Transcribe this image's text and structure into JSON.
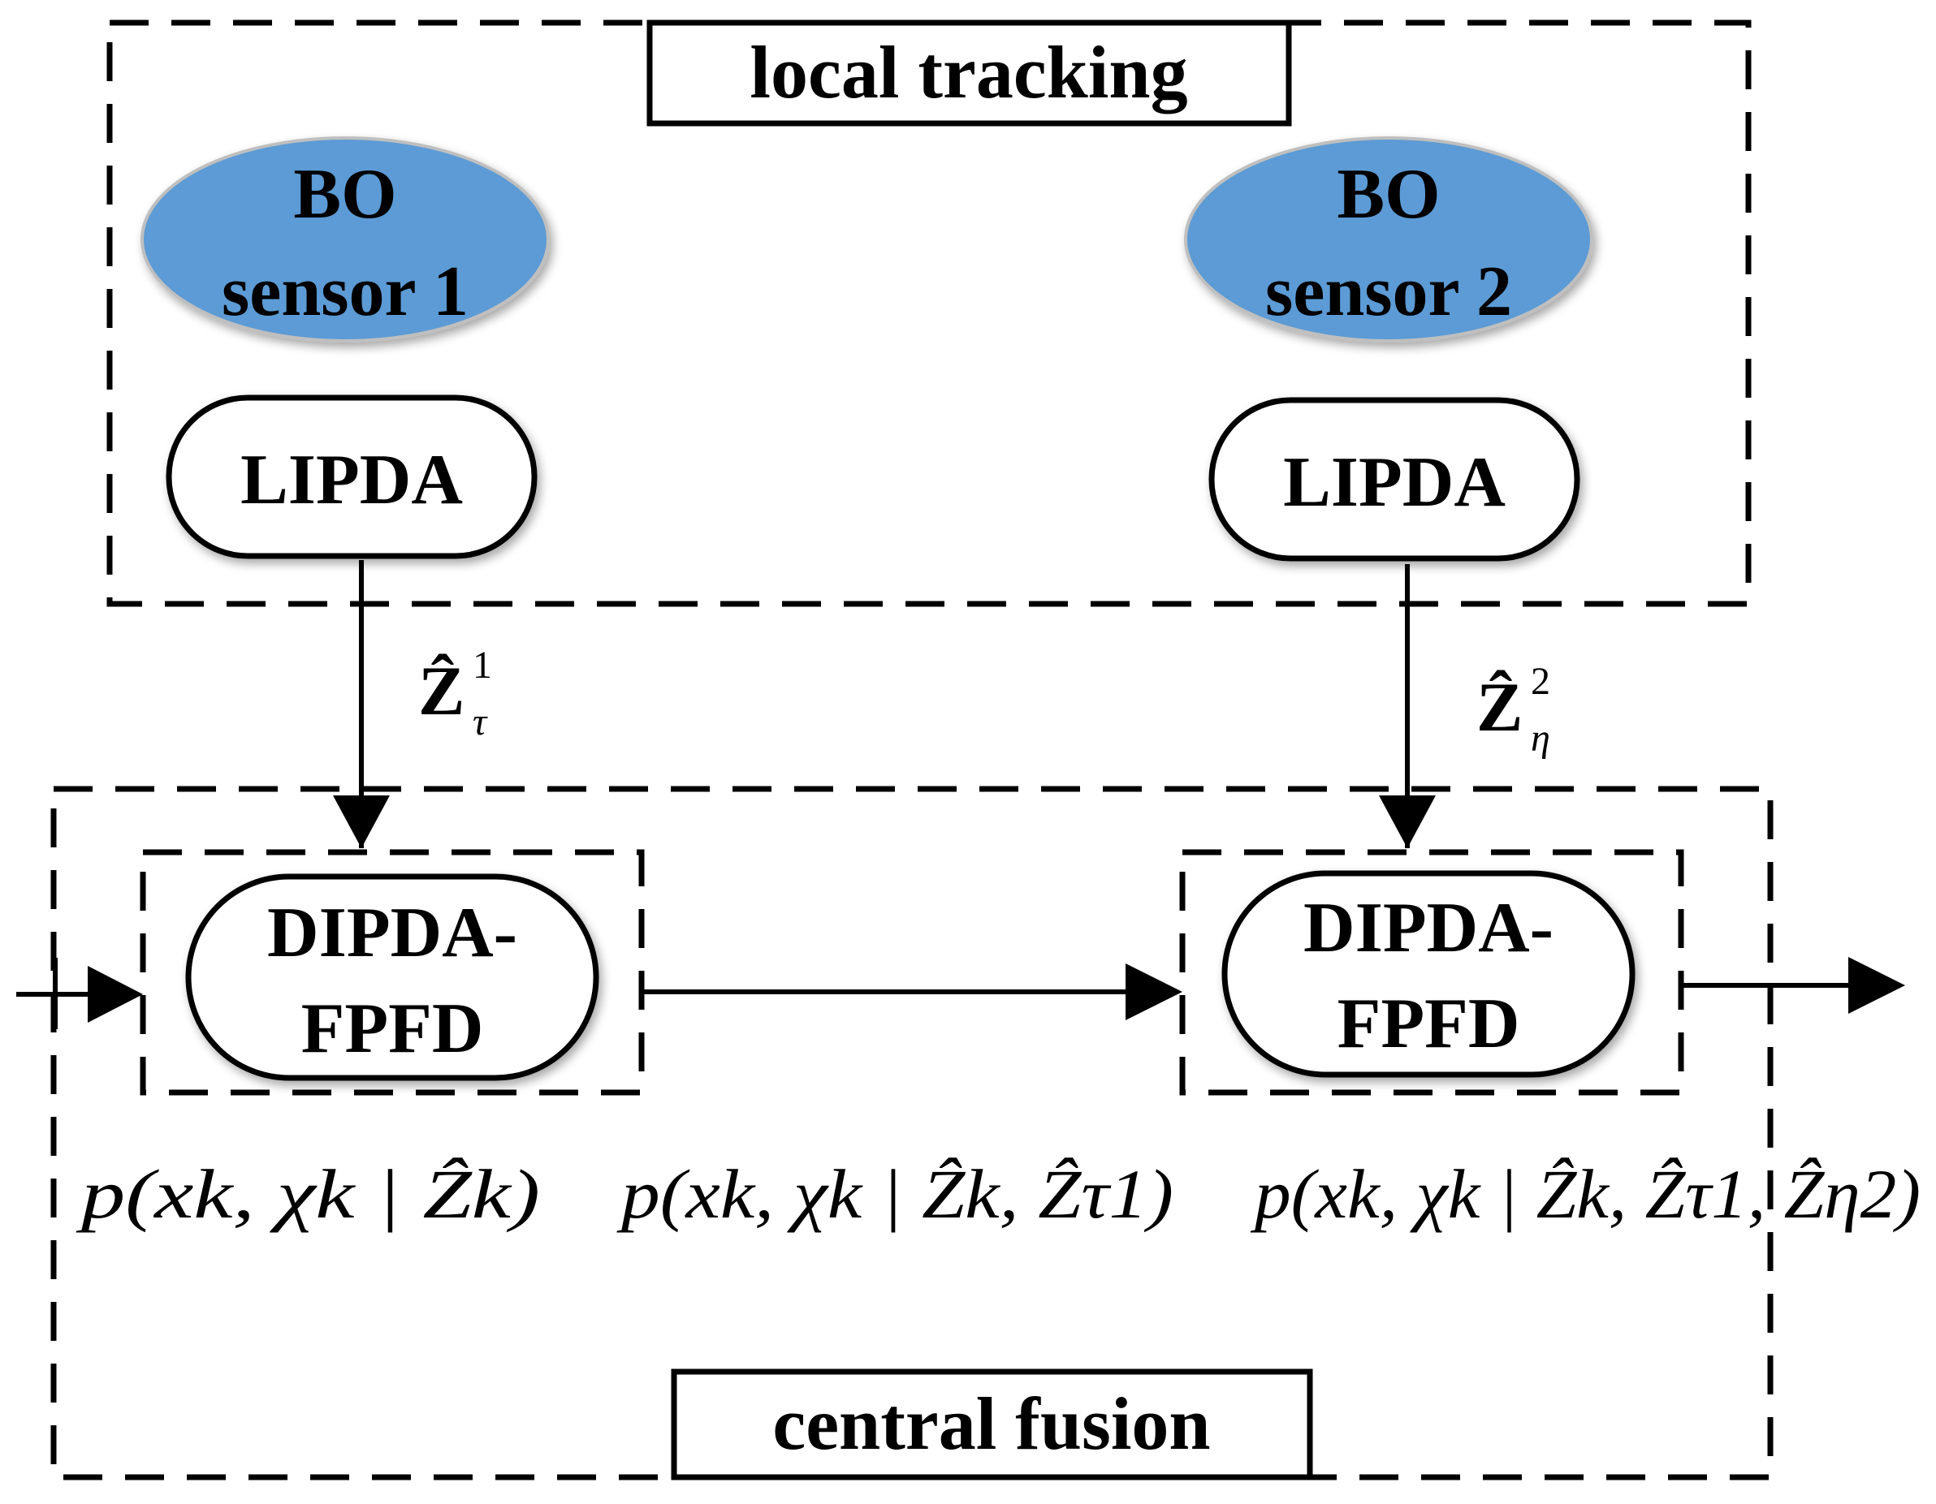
{
  "regions": {
    "local": {
      "title": "local tracking"
    },
    "central": {
      "title": "central fusion"
    }
  },
  "sensors": [
    {
      "line1": "BO",
      "line2": "sensor 1",
      "color": "#5b9bd5"
    },
    {
      "line1": "BO",
      "line2": "sensor 2",
      "color": "#5b9bd5"
    }
  ],
  "local_filters": [
    {
      "label": "LIPDA"
    },
    {
      "label": "LIPDA"
    }
  ],
  "fusion_nodes": [
    {
      "line1": "DIPDA-",
      "line2": "FPFD"
    },
    {
      "line1": "DIPDA-",
      "line2": "FPFD"
    }
  ],
  "edge_labels": {
    "z1": {
      "base": "Ẑ",
      "sup": "1",
      "sub": "τ"
    },
    "z2": {
      "base": "Ẑ",
      "sup": "2",
      "sub": "η"
    }
  },
  "densities": {
    "d0": {
      "text": "p(xk, χk | Ẑk)"
    },
    "d1": {
      "text": "p(xk, χk | Ẑk, Ẑτ1)"
    },
    "d2": {
      "text": "p(xk, χk | Ẑk, Ẑτ1, Ẑη2)"
    }
  },
  "colors": {
    "sensor_fill": "#5b9bd5",
    "line": "#000000"
  }
}
